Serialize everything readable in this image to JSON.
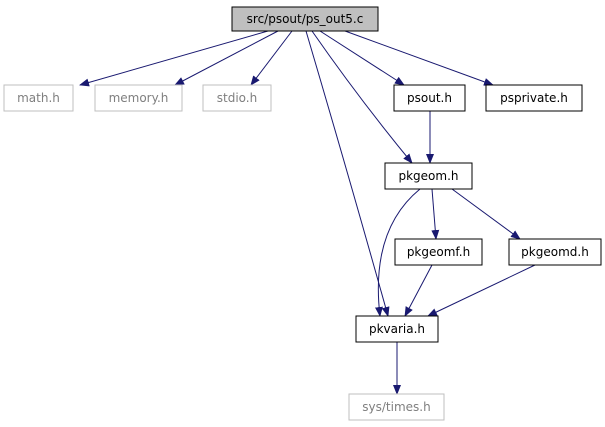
{
  "colors": {
    "edge": "#191970",
    "box_border_normal": "#000000",
    "box_border_external": "#bfbfbf",
    "box_fill_root": "#bfbfbf",
    "box_fill": "#ffffff",
    "label_normal": "#000000",
    "label_external": "#7f7f7f"
  },
  "nodes": {
    "root": {
      "label": "src/psout/ps_out5.c",
      "kind": "root"
    },
    "math": {
      "label": "math.h",
      "kind": "external"
    },
    "memory": {
      "label": "memory.h",
      "kind": "external"
    },
    "stdio": {
      "label": "stdio.h",
      "kind": "external"
    },
    "psout": {
      "label": "psout.h",
      "kind": "normal"
    },
    "psprivate": {
      "label": "psprivate.h",
      "kind": "normal"
    },
    "pkgeom": {
      "label": "pkgeom.h",
      "kind": "normal"
    },
    "pkgeomf": {
      "label": "pkgeomf.h",
      "kind": "normal"
    },
    "pkgeomd": {
      "label": "pkgeomd.h",
      "kind": "normal"
    },
    "pkvaria": {
      "label": "pkvaria.h",
      "kind": "normal"
    },
    "systimes": {
      "label": "sys/times.h",
      "kind": "external"
    }
  },
  "edges": [
    [
      "root",
      "math"
    ],
    [
      "root",
      "memory"
    ],
    [
      "root",
      "stdio"
    ],
    [
      "root",
      "psout"
    ],
    [
      "root",
      "psprivate"
    ],
    [
      "root",
      "pkgeom"
    ],
    [
      "root",
      "pkvaria"
    ],
    [
      "psout",
      "pkgeom"
    ],
    [
      "pkgeom",
      "pkgeomf"
    ],
    [
      "pkgeom",
      "pkgeomd"
    ],
    [
      "pkgeom",
      "pkvaria"
    ],
    [
      "pkgeomf",
      "pkvaria"
    ],
    [
      "pkgeomd",
      "pkvaria"
    ],
    [
      "pkvaria",
      "systimes"
    ]
  ]
}
